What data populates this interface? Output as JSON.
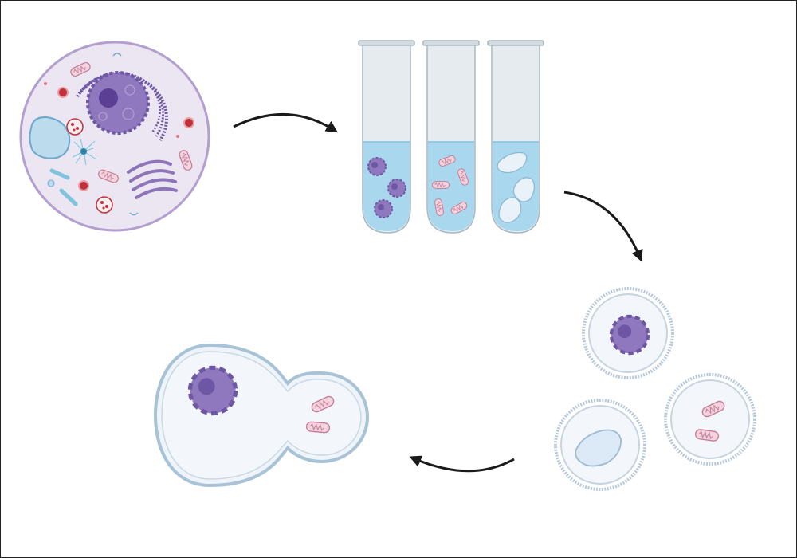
{
  "colors": {
    "frame": "#222222",
    "arrow": "#1a1a1a",
    "cell_fill": "#ece6f3",
    "cell_stroke": "#b39fcf",
    "nucleus_fill": "#8f78bd",
    "nucleus_dark": "#6d56a3",
    "nucleolus": "#5a3f94",
    "mito_fill": "#f2d4df",
    "mito_stroke": "#c77a96",
    "vacuole_fill": "#bcdcee",
    "vacuole_stroke": "#6ea9cc",
    "tube_glass": "#e6ebef",
    "tube_stroke": "#aab7c0",
    "liquid": "#a9d8ee",
    "vesicle_membrane": "#b9c9d8",
    "vesicle_inner": "#f3f7fb",
    "fused_fill": "#eef4f9",
    "fused_stroke": "#a8c2d6",
    "red_organelle": "#c0303a",
    "golgi": "#8e75b8"
  },
  "icons": {
    "source_cell": "eukaryotic-cell-icon",
    "tubes": "test-tube-icon",
    "vesicles": "membrane-vesicle-icon",
    "fused": "hybrid-cell-icon",
    "arrows": "curved-arrow-icon"
  },
  "diagram": {
    "steps": [
      {
        "id": "source-cell"
      },
      {
        "id": "fractionation"
      },
      {
        "id": "encapsulation"
      },
      {
        "id": "fusion"
      }
    ],
    "tubes": [
      {
        "contents": "nucleus",
        "count": 3
      },
      {
        "contents": "mitochondria",
        "count": 5
      },
      {
        "contents": "vacuoles",
        "count": 3
      }
    ],
    "vesicles": [
      {
        "contents": "nucleus"
      },
      {
        "contents": "vacuole"
      },
      {
        "contents": "mitochondria"
      }
    ]
  }
}
